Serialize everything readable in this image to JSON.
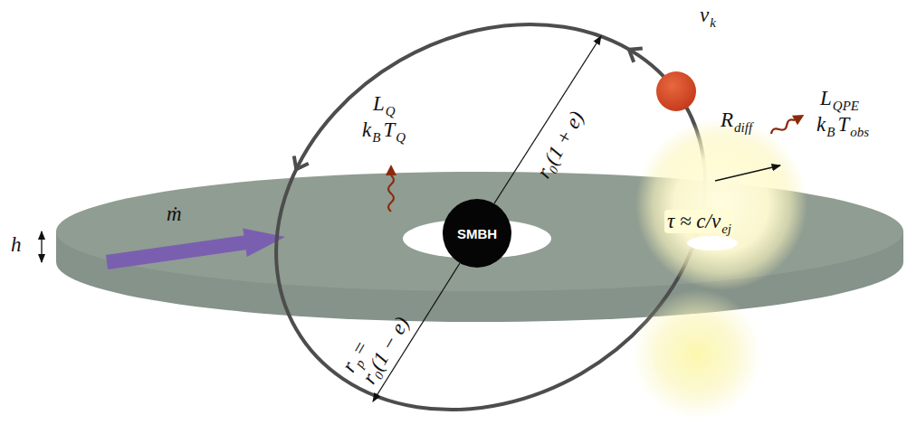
{
  "diagram": {
    "nodes": [
      {
        "text": [
          "SMBH"
        ]
      }
    ],
    "labels": [
      "v",
      "k",
      "r₀(1 + e)",
      "L",
      "Q",
      "k",
      "B",
      "T",
      "Q",
      "h",
      "ṁ",
      "R",
      "diff",
      "τ ≈ c/v",
      "ej",
      "L",
      "QPE",
      "k",
      "B",
      "T",
      "obs",
      "r",
      "p",
      "=",
      "r₀(1 − e)"
    ]
  }
}
